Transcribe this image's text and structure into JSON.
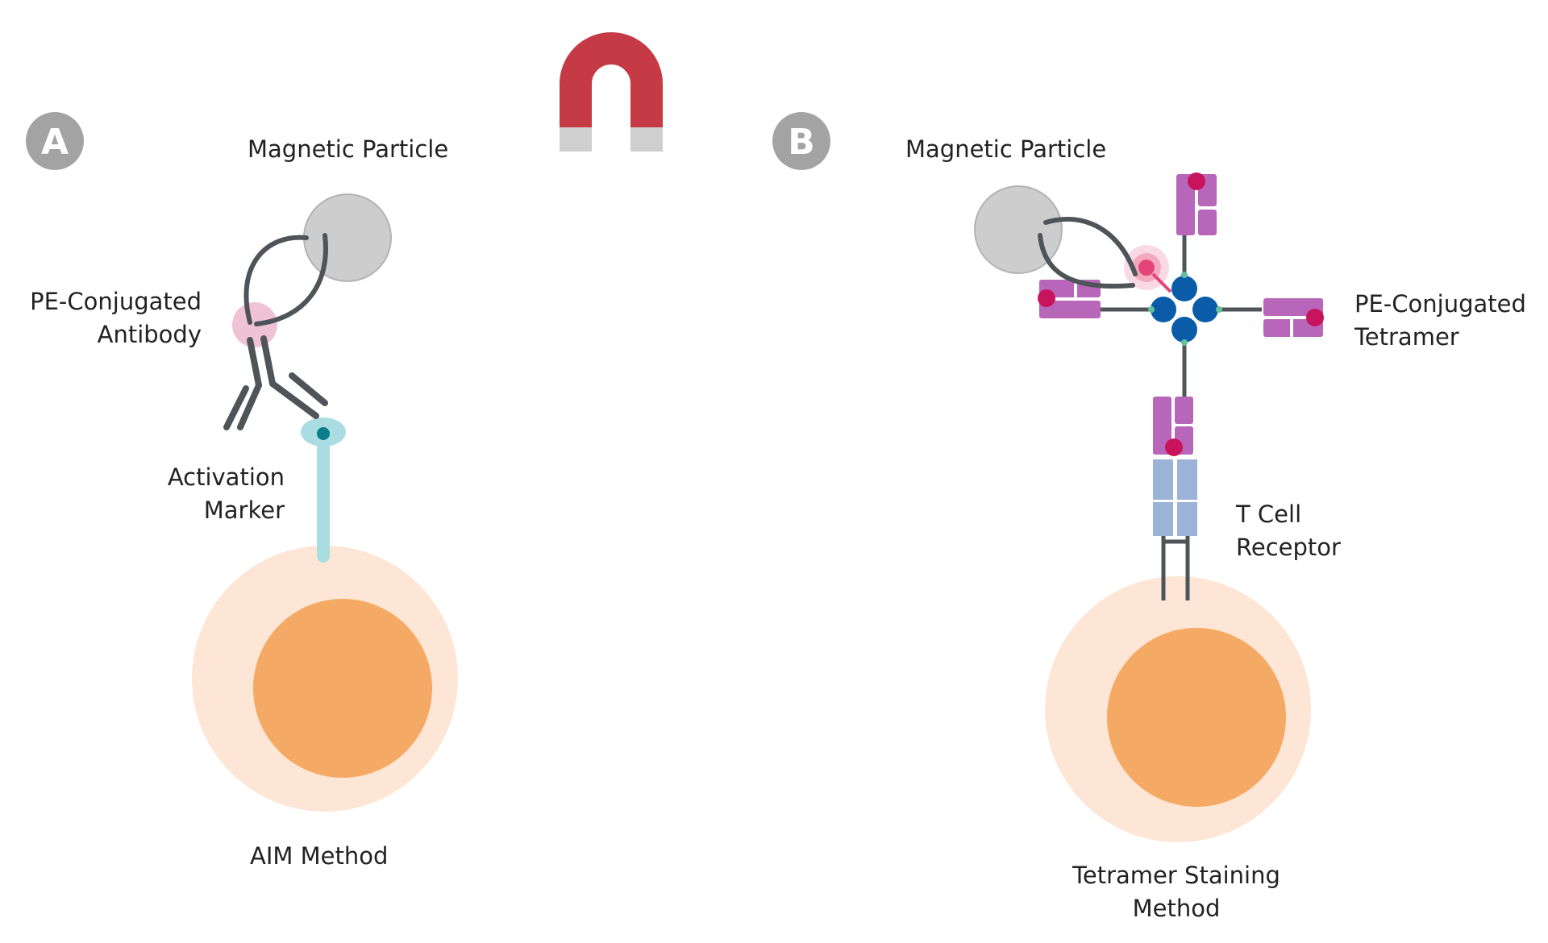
{
  "panels": {
    "a": {
      "badge": "A",
      "magnetic_particle": "Magnetic Particle",
      "antibody_line1": "PE-Conjugated",
      "antibody_line2": "Antibody",
      "marker_line1": "Activation",
      "marker_line2": "Marker",
      "method": "AIM Method"
    },
    "b": {
      "badge": "B",
      "magnetic_particle": "Magnetic Particle",
      "tetramer_line1": "PE-Conjugated",
      "tetramer_line2": "Tetramer",
      "receptor_line1": "T Cell",
      "receptor_line2": "Receptor",
      "method_line1": "Tetramer Staining",
      "method_line2": "Method"
    }
  },
  "colors": {
    "badge": "#a3a3a3",
    "magnet_red": "#c53a44",
    "magnet_tip": "#cfcfcf",
    "particle": "#cdcdcd",
    "linker": "#4f5459",
    "pe_pink": "#efc3d4",
    "activation_marker": "#a9dde2",
    "marker_dot": "#0b7d8c",
    "cell_outer": "#fde6d6",
    "cell_nucleus": "#f4aa64",
    "tetramer_core": "#0b5ca8",
    "mhc_purple": "#b866b9",
    "peptide": "#c8145c",
    "tcr": "#9ab3d6",
    "junction": "#63c29c"
  },
  "icons": [
    "magnet-icon"
  ]
}
